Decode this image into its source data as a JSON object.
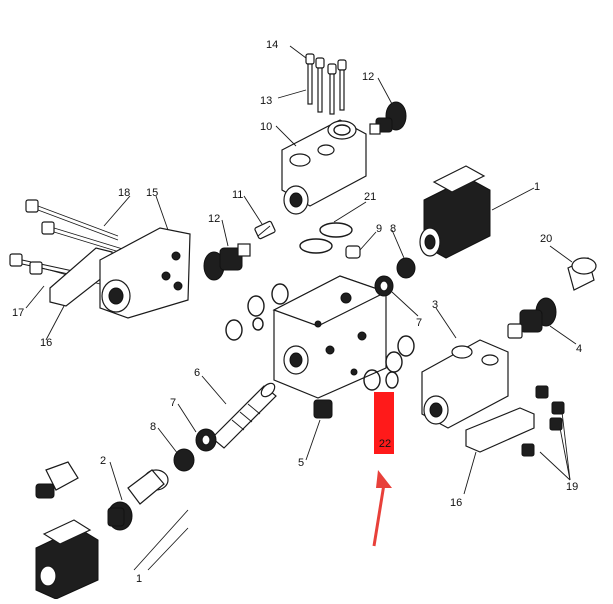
{
  "diagram": {
    "callouts": {
      "c1a": "1",
      "c1b": "1",
      "c2": "2",
      "c3": "3",
      "c4": "4",
      "c5": "5",
      "c6": "6",
      "c7a": "7",
      "c7b": "7",
      "c8a": "8",
      "c8b": "8",
      "c9": "9",
      "c10": "10",
      "c11": "11",
      "c12a": "12",
      "c12b": "12",
      "c13": "13",
      "c14": "14",
      "c15": "15",
      "c16a": "16",
      "c16b": "16",
      "c17": "17",
      "c18": "18",
      "c19": "19",
      "c20": "20",
      "c21": "21"
    },
    "highlight": {
      "label": "22",
      "color": "#ff1a1a",
      "arrow_color": "#e8403a"
    }
  }
}
